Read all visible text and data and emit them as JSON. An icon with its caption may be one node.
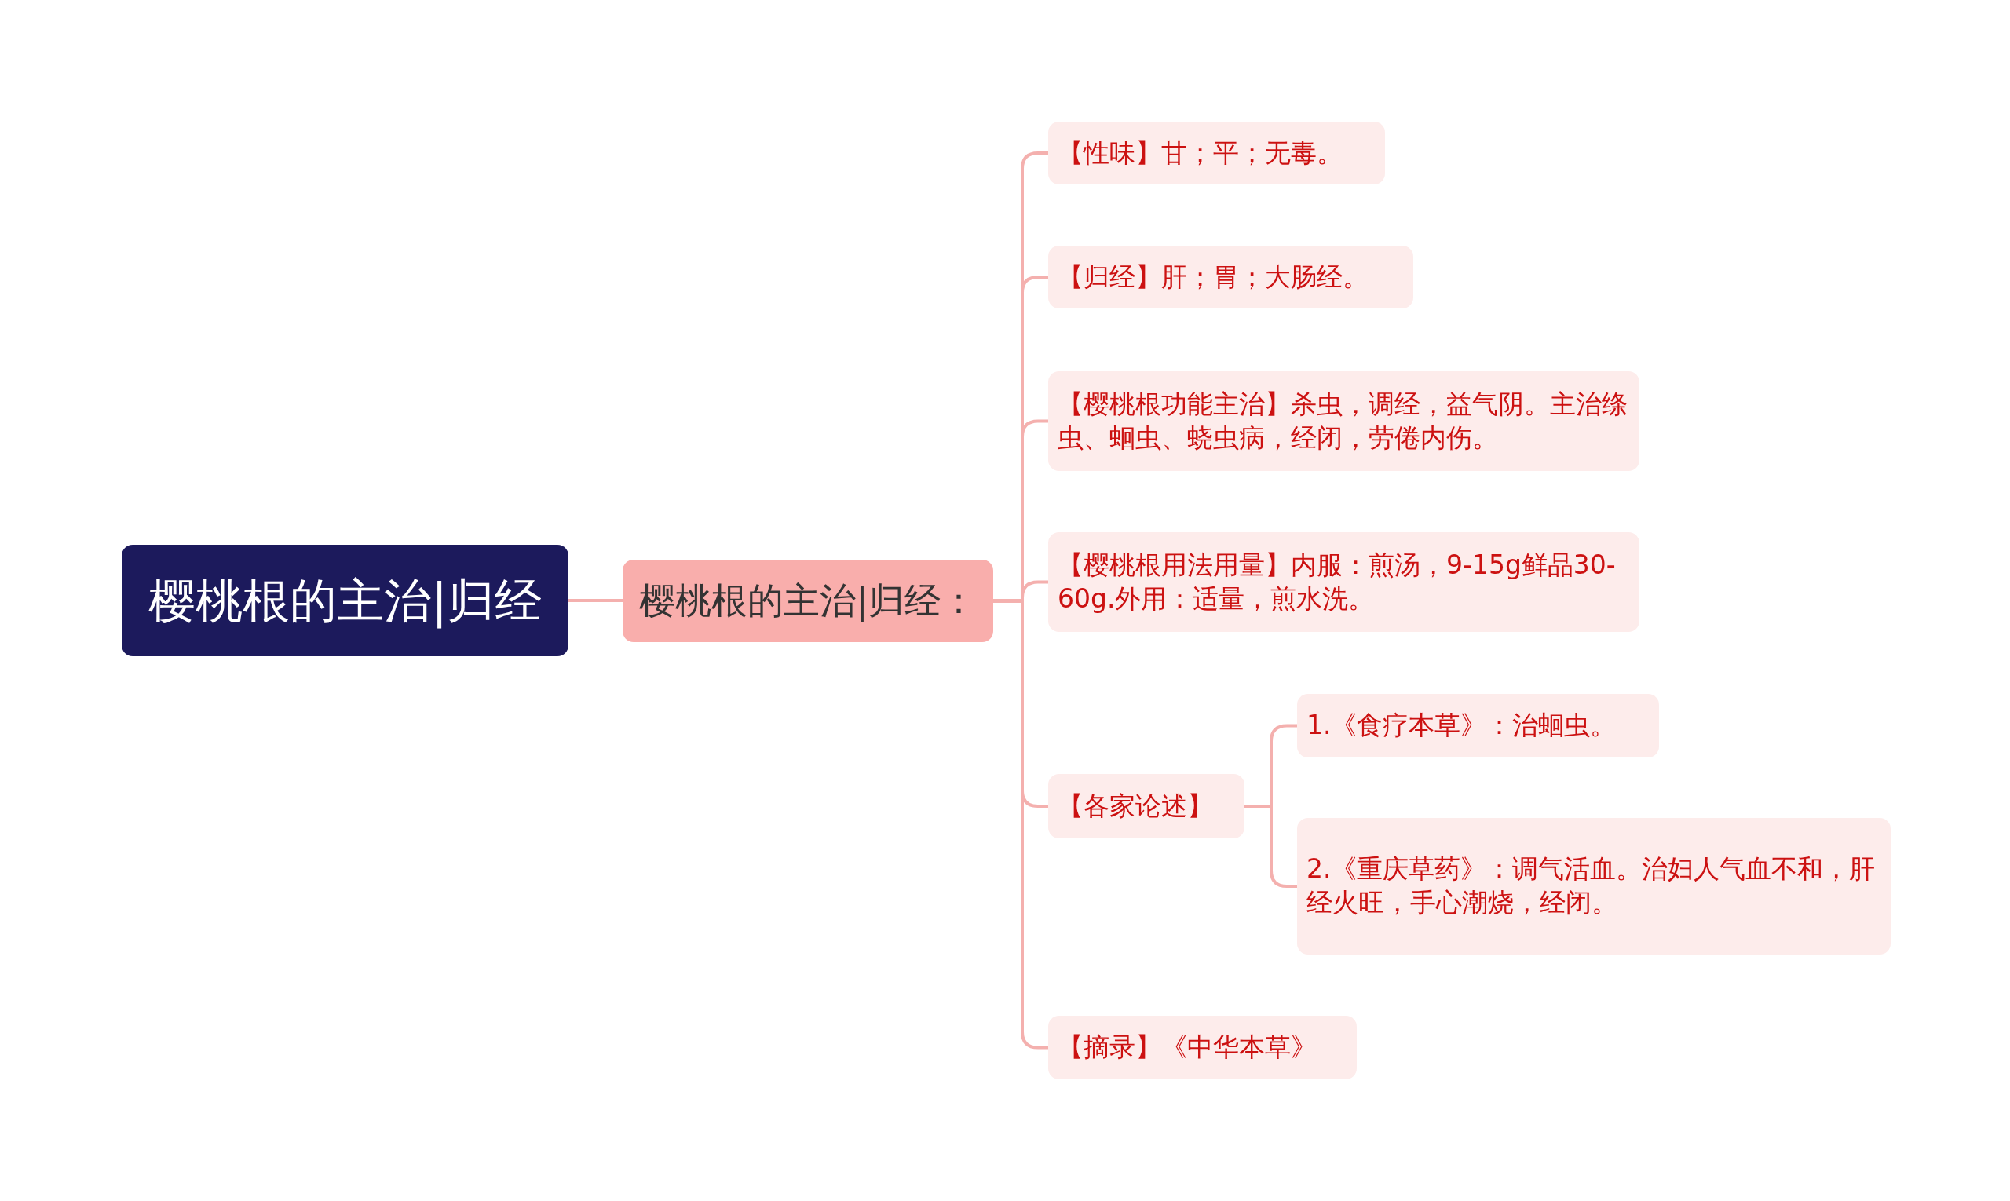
{
  "diagram": {
    "nodes": [
      {
        "text": [
          "樱桃根的主治|归经"
        ]
      },
      {
        "text": [
          "樱桃根的主治|归经："
        ]
      },
      {
        "text": [
          "【性味】甘；平；无毒。"
        ]
      },
      {
        "text": [
          "【归经】肝；胃；大肠经。"
        ]
      },
      {
        "text": [
          "【樱桃根功能主治】杀虫，调经，益气阴。主治绦虫、蛔虫、蛲虫病，经闭，劳倦内伤。"
        ]
      },
      {
        "text": [
          "【樱桃根用法用量】内服：煎汤，9-15g鲜品30-60g.外用：适量，煎水洗。"
        ]
      },
      {
        "text": [
          "【各家论述】"
        ]
      },
      {
        "text": [
          "1.《食疗本草》：治蛔虫。"
        ]
      },
      {
        "text": [
          "2.《重庆草药》：调气活血。治妇人气血不和，肝经火旺，手心潮烧，经闭。"
        ]
      },
      {
        "text": [
          "【摘录】《中华本草》"
        ]
      }
    ],
    "edges": [
      {
        "from": 0,
        "to": 1,
        "arrow": "none"
      },
      {
        "from": 1,
        "to": 2,
        "arrow": "none"
      },
      {
        "from": 1,
        "to": 3,
        "arrow": "none"
      },
      {
        "from": 1,
        "to": 4,
        "arrow": "none"
      },
      {
        "from": 1,
        "to": 5,
        "arrow": "none"
      },
      {
        "from": 1,
        "to": 6,
        "arrow": "none"
      },
      {
        "from": 6,
        "to": 7,
        "arrow": "none"
      },
      {
        "from": 6,
        "to": 8,
        "arrow": "none"
      },
      {
        "from": 1,
        "to": 9,
        "arrow": "none"
      }
    ]
  }
}
